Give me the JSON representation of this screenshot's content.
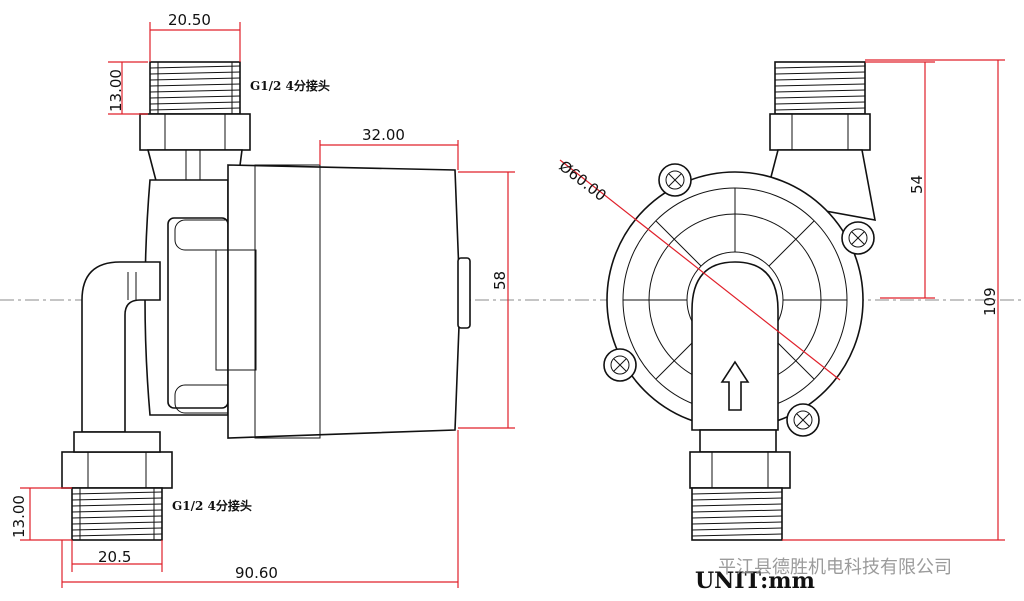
{
  "dimensions": {
    "top_thread_width": "20.50",
    "top_thread_height": "13.00",
    "motor_length": "32.00",
    "motor_height": "58",
    "bottom_thread_height": "13.00",
    "bottom_thread_width": "20.5",
    "overall_length": "90.60",
    "diameter": "Ø60.00",
    "outlet_height": "54",
    "overall_height": "109"
  },
  "labels": {
    "top_connector": "G1/2  4分接头",
    "bottom_connector": "G1/2  4分接头",
    "unit": "UNIT:mm",
    "watermark": "平江县德胜机电科技有限公司"
  },
  "colors": {
    "dimension_line": "#e0202a",
    "outline": "#111111",
    "watermark": "#8a8a8a"
  }
}
